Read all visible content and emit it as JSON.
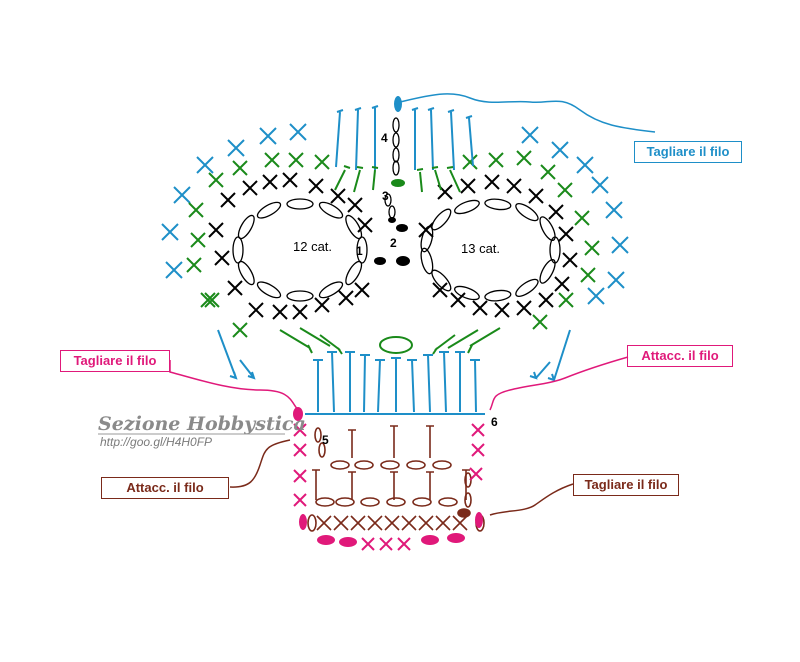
{
  "labels": {
    "cut_yarn_top_right": "Tagliare il filo",
    "cut_yarn_left": "Tagliare il filo",
    "attach_yarn_right": "Attacc. il filo",
    "attach_yarn_left": "Attacc. il filo",
    "cut_yarn_bottom_right": "Tagliare il filo"
  },
  "eye_chains": {
    "left": "12 cat.",
    "right": "13 cat."
  },
  "round_numbers": [
    "1",
    "2",
    "3",
    "4",
    "5",
    "6"
  ],
  "watermark": {
    "title": "Sezione Hobbystica",
    "url": "http://goo.gl/H4H0FP"
  },
  "colors": {
    "blue": "#1e8fc8",
    "green": "#1a8a1a",
    "black": "#000000",
    "pink": "#e0197a",
    "brown": "#7a2a1a",
    "magenta": "#e0197a"
  }
}
